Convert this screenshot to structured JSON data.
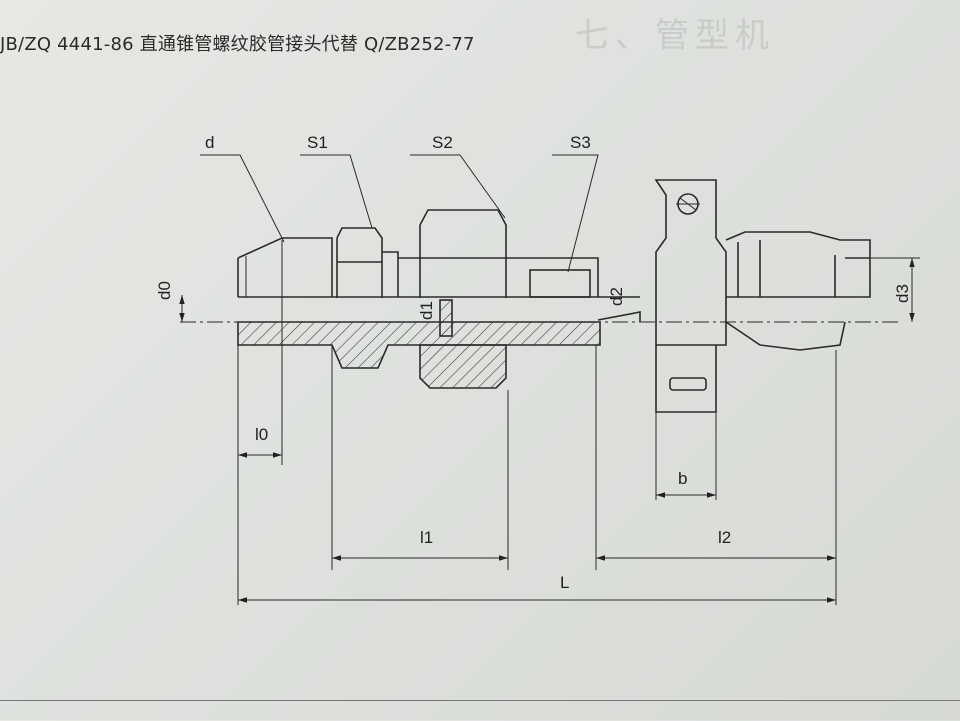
{
  "page": {
    "title": "JB/ZQ 4441-86 直通锥管螺纹胶管接头代替 Q/ZB252-77",
    "show_through_heading": "七、管型机"
  },
  "labels": {
    "d": "d",
    "S1": "S1",
    "S2": "S2",
    "S3": "S3",
    "d0": "d0",
    "d1": "d1",
    "d2": "d2",
    "d3": "d3",
    "l0": "l0",
    "l1": "l1",
    "l2": "l2",
    "b": "b",
    "L": "L"
  }
}
